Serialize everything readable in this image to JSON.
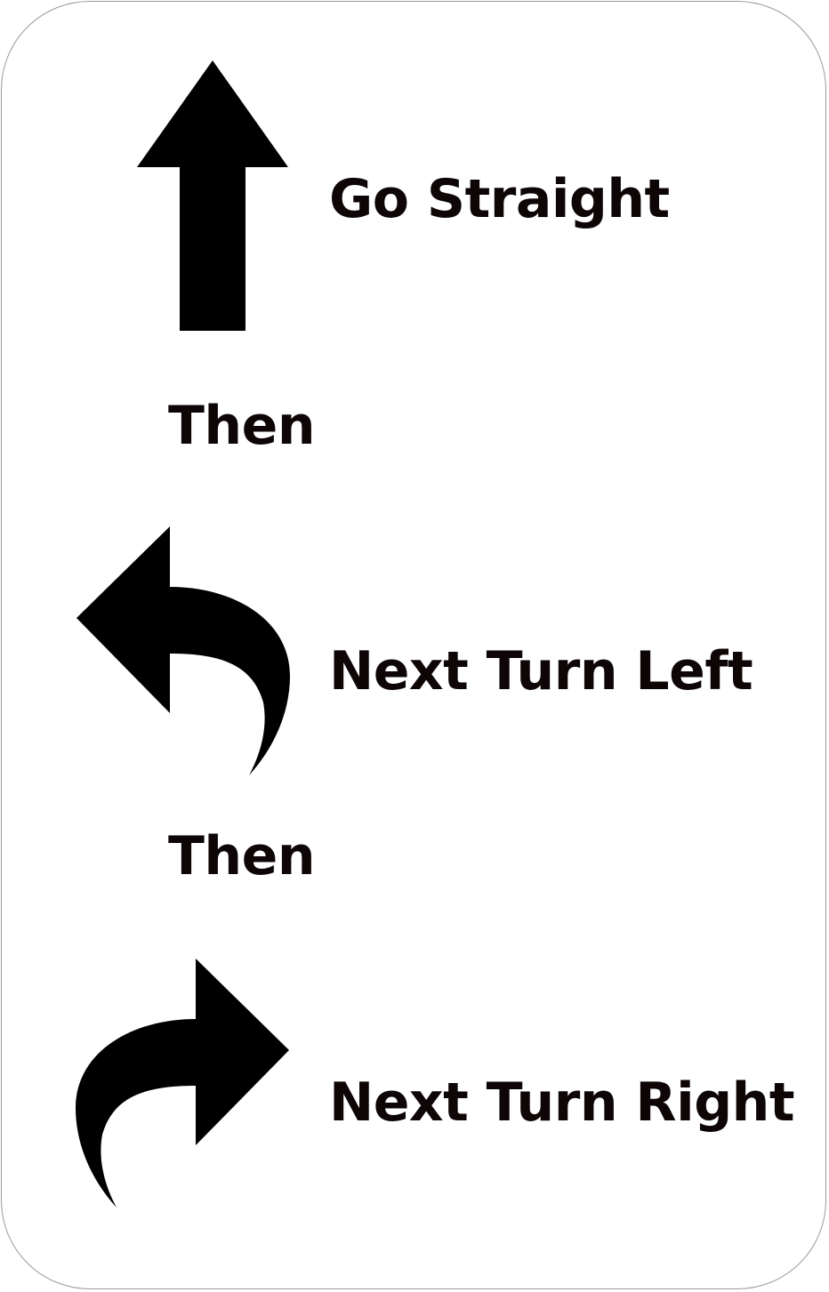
{
  "sign": {
    "steps": [
      {
        "icon": "straight-arrow-icon",
        "label": "Go Straight"
      },
      {
        "icon": "turn-left-arrow-icon",
        "label": "Next Turn Left"
      },
      {
        "icon": "turn-right-arrow-icon",
        "label": "Next Turn Right"
      }
    ],
    "separators": [
      "Then",
      "Then"
    ]
  },
  "colors": {
    "ink": "#000000",
    "text": "#0e0606",
    "background": "#ffffff",
    "border": "#9a9a9a"
  }
}
